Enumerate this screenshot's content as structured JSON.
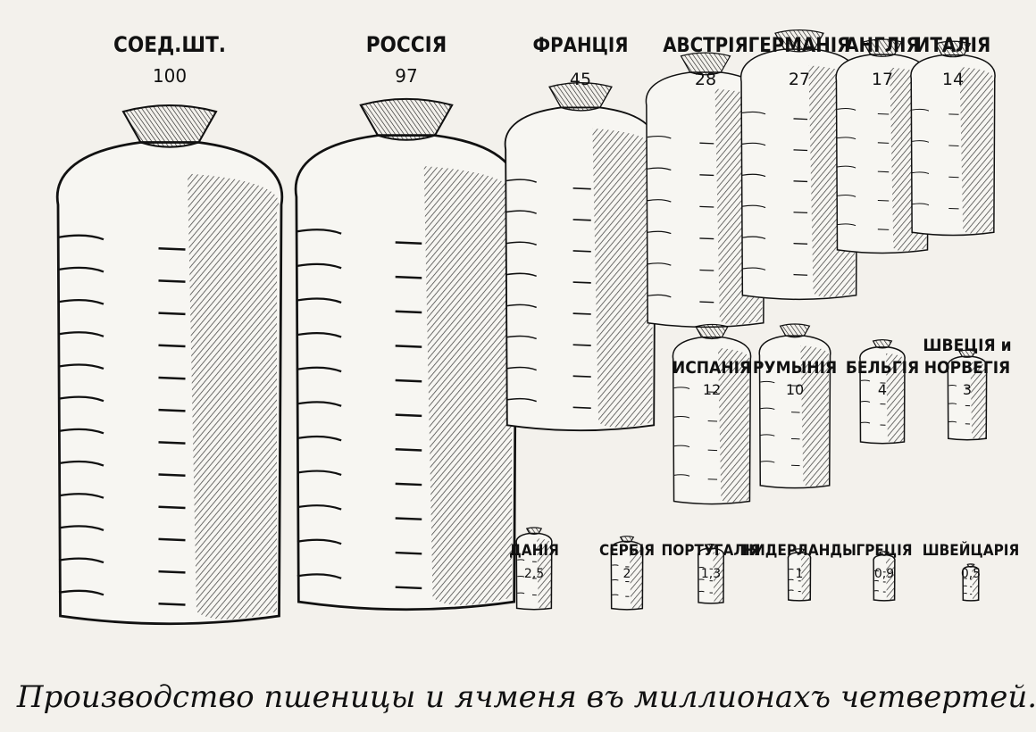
{
  "chart_data": {
    "type": "bar",
    "title": "Производство пшеницы и ячменя въ миллионахъ четвертей.",
    "categories": [
      "СОЕД.ШТ.",
      "РОССІЯ",
      "ФРАНЦІЯ",
      "АВСТРІЯ",
      "ГЕРМАНІЯ",
      "АНГЛІЯ",
      "ИТАЛІЯ",
      "ИСПАНІЯ",
      "РУМЫНІЯ",
      "БЕЛЬГІЯ",
      "ШВЕЦІЯ и НОРВЕГІЯ",
      "ДАНІЯ",
      "СЕРБІЯ",
      "ПОРТУГАЛІЯ",
      "НИДЕРЛАНДЫ",
      "ГРЕЦІЯ",
      "ШВЕЙЦАРІЯ"
    ],
    "value_labels": [
      "100",
      "97",
      "45",
      "28",
      "27",
      "17",
      "14",
      "12",
      "10",
      "4",
      "3",
      "2,5",
      "2",
      "1,3",
      "1",
      "0,9",
      "0,5"
    ],
    "values": [
      100,
      97,
      45,
      28,
      27,
      17,
      14,
      12,
      10,
      4,
      3,
      2.5,
      2,
      1.3,
      1,
      0.9,
      0.5
    ],
    "xlabel": "",
    "ylabel": "",
    "grid": false,
    "legend": "none",
    "mark": "sack pictogram (area proportional to value)",
    "ink_color": "#111111",
    "paper_color": "#f3f1ec"
  }
}
